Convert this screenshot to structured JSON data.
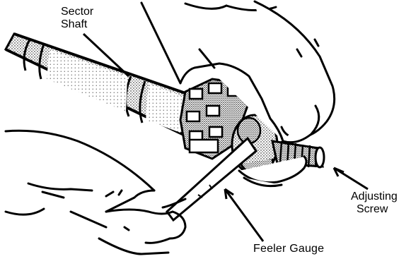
{
  "labels": {
    "sector_shaft": [
      "Sector",
      "Shaft"
    ],
    "adjusting_screw": [
      "Adjusting",
      "Screw"
    ],
    "feeler_gauge": "Feeler Gauge"
  }
}
